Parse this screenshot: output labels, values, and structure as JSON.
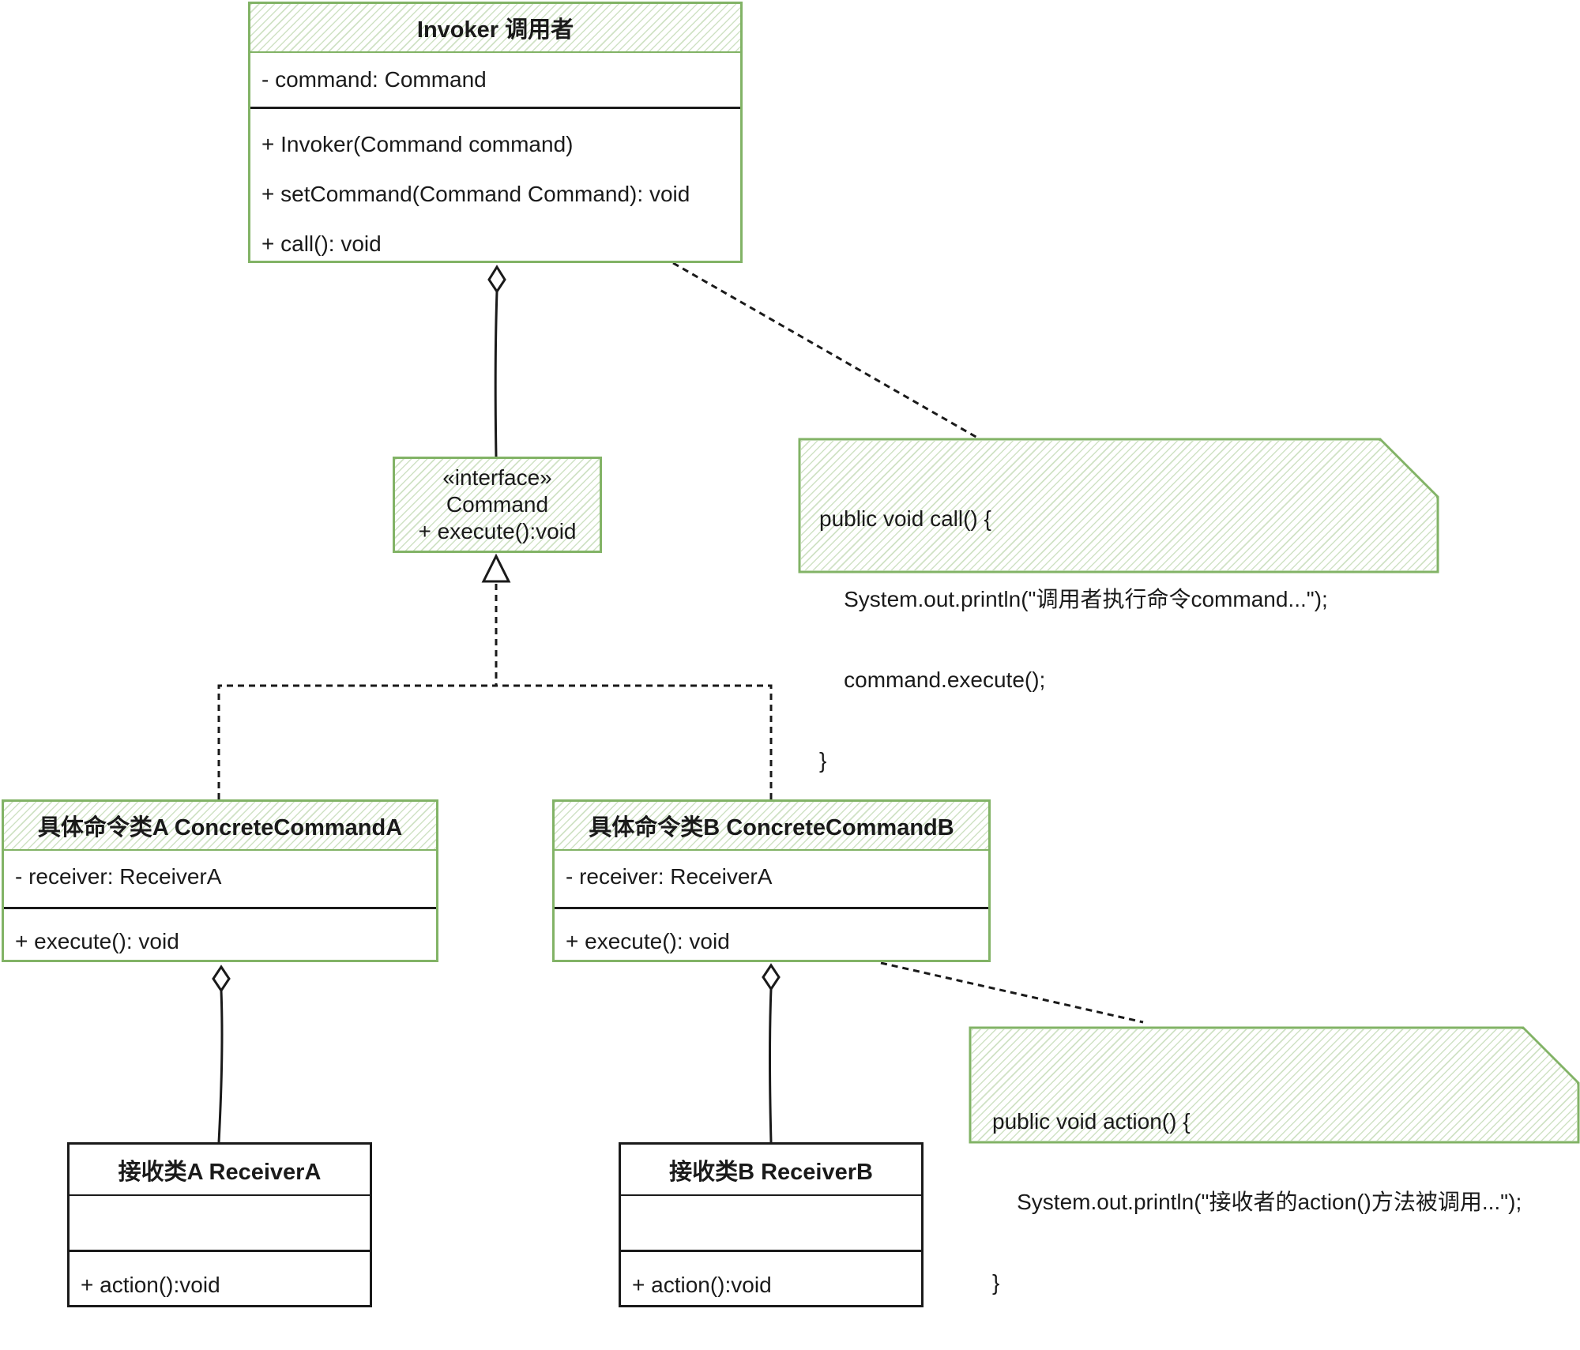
{
  "invoker": {
    "title": "Invoker 调用者",
    "field": "- command: Command",
    "methods": [
      "+ Invoker(Command command)",
      "+ setCommand(Command Command): void",
      "+ call(): void"
    ]
  },
  "command_interface": {
    "stereotype": "«interface»",
    "name": "Command",
    "method": "+ execute():void"
  },
  "concrete_a": {
    "title": "具体命令类A ConcreteCommandA",
    "field": "- receiver: ReceiverA",
    "method": "+ execute(): void"
  },
  "concrete_b": {
    "title": "具体命令类B ConcreteCommandB",
    "field": "- receiver: ReceiverA",
    "method": "+ execute(): void"
  },
  "receiver_a": {
    "title": "接收类A ReceiverA",
    "method": "+ action():void"
  },
  "receiver_b": {
    "title": "接收类B ReceiverB",
    "method": "+ action():void"
  },
  "note_call": {
    "lines": [
      "public void call() {",
      "    System.out.println(\"调用者执行命令command...\");",
      "    command.execute();",
      "}"
    ]
  },
  "note_action": {
    "lines": [
      "public void action() {",
      "    System.out.println(\"接收者的action()方法被调用...\");",
      "}"
    ]
  },
  "colors": {
    "accent_green": "#82b366",
    "line": "#1a1a1a"
  }
}
